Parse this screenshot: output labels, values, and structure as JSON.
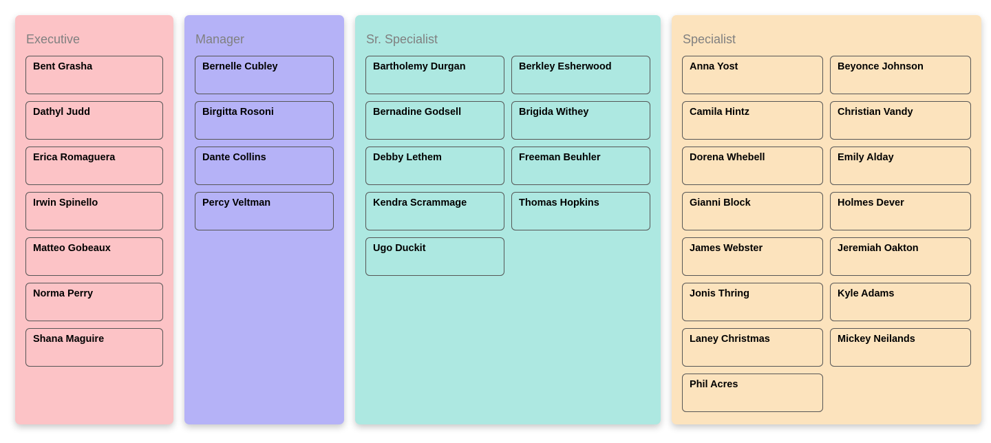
{
  "board": {
    "background": "#ffffff",
    "card_border_color": "#555555",
    "header_text_color": "#808080",
    "columns": [
      {
        "title": "Executive",
        "color": "#fcc3c6",
        "layout": "single",
        "cards": [
          "Bent Grasha",
          "Dathyl Judd",
          "Erica Romaguera",
          "Irwin Spinello",
          "Matteo Gobeaux",
          "Norma Perry",
          "Shana Maguire"
        ]
      },
      {
        "title": "Manager",
        "color": "#b5b2f7",
        "layout": "single",
        "cards": [
          "Bernelle Cubley",
          "Birgitta Rosoni",
          "Dante Collins",
          "Percy Veltman"
        ]
      },
      {
        "title": "Sr. Specialist",
        "color": "#ade8e1",
        "layout": "double",
        "cards": [
          "Bartholemy Durgan",
          "Berkley Esherwood",
          "Bernadine Godsell",
          "Brigida Withey",
          "Debby Lethem",
          "Freeman Beuhler",
          "Kendra Scrammage",
          "Thomas Hopkins",
          "Ugo Duckit"
        ]
      },
      {
        "title": "Specialist",
        "color": "#fce3bd",
        "layout": "double",
        "cards": [
          "Anna Yost",
          "Beyonce Johnson",
          "Camila Hintz",
          "Christian Vandy",
          "Dorena Whebell",
          "Emily Alday",
          "Gianni Block",
          "Holmes Dever",
          "James Webster",
          "Jeremiah Oakton",
          "Jonis Thring",
          "Kyle Adams",
          "Laney Christmas",
          "Mickey Neilands",
          "Phil Acres"
        ]
      }
    ]
  }
}
